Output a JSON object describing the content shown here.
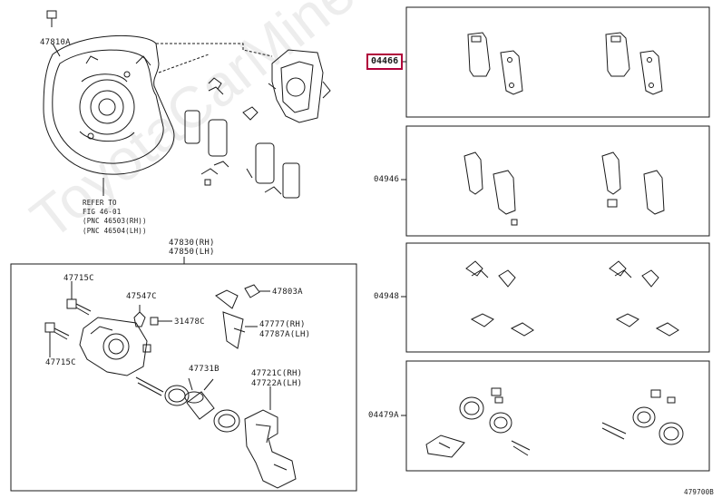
{
  "labels": {
    "p47810A": "47810A",
    "refer_to": "REFER TO",
    "fig": "FIG 46-01",
    "pnc_rh": "(PNC 46503(RH))",
    "pnc_lh": "(PNC 46504(LH))",
    "p47830": "47830(RH)",
    "p47850": "47850(LH)",
    "p47715C_top": "47715C",
    "p47547C": "47547C",
    "p47803A": "47803A",
    "p31478C": "31478C",
    "p47777": "47777(RH)",
    "p47787A": "47787A(LH)",
    "p47715C_bot": "47715C",
    "p47731B": "47731B",
    "p47721C": "47721C(RH)",
    "p47722A": "47722A(LH)",
    "p04466": "04466",
    "p04946": "04946",
    "p04948": "04948",
    "p04479A": "04479A",
    "fig_code": "479700B"
  },
  "watermark": "ToyotaCarMine.ru",
  "colors": {
    "highlight": "#b0003a",
    "line": "#1a1a1a"
  }
}
